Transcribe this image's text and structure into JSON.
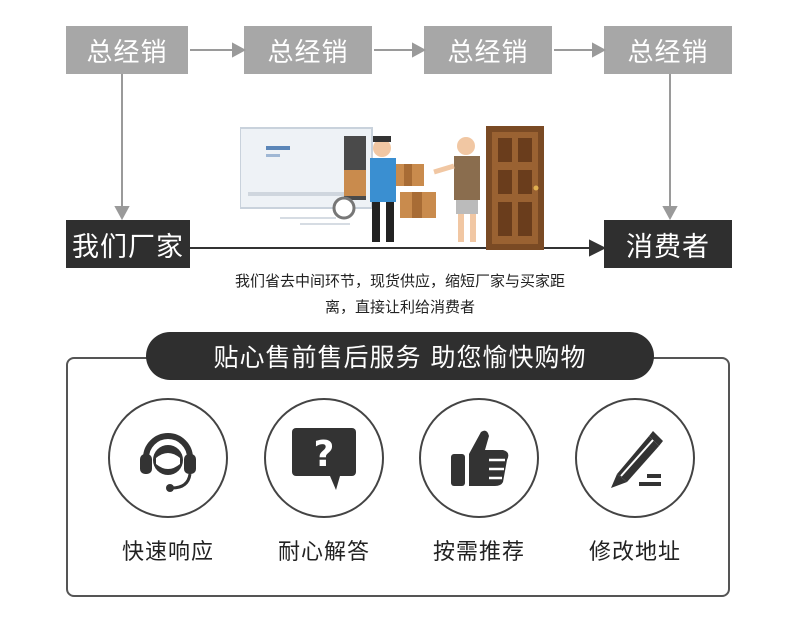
{
  "flow": {
    "distributors": [
      "总经销",
      "总经销",
      "总经销",
      "总经销"
    ],
    "manufacturer": "我们厂家",
    "consumer": "消费者",
    "caption_line1": "我们省去中间环节，现货供应，缩短厂家与买家距",
    "caption_line2": "离，直接让利给消费者"
  },
  "service": {
    "banner": "贴心售前售后服务 助您愉快购物",
    "items": [
      {
        "label": "快速响应",
        "icon": "headset-icon"
      },
      {
        "label": "耐心解答",
        "icon": "question-bubble-icon"
      },
      {
        "label": "按需推荐",
        "icon": "thumbs-up-icon"
      },
      {
        "label": "修改地址",
        "icon": "pencil-icon"
      }
    ]
  },
  "colors": {
    "gray_box": "#a7a7a7",
    "dark": "#2f2f2f",
    "line": "#999999"
  }
}
